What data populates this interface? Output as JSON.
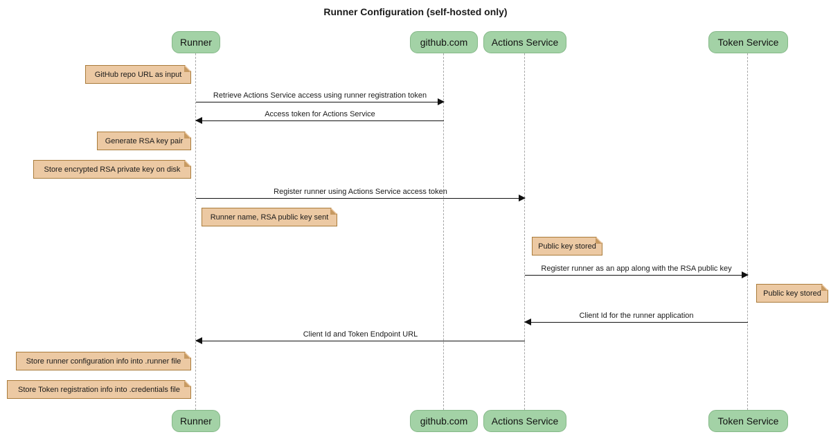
{
  "title": "Runner Configuration (self-hosted only)",
  "actors": [
    {
      "id": "runner",
      "label": "Runner"
    },
    {
      "id": "github",
      "label": "github.com"
    },
    {
      "id": "actions",
      "label": "Actions Service"
    },
    {
      "id": "token",
      "label": "Token Service"
    }
  ],
  "messages": [
    {
      "from": "Runner",
      "to": "github.com",
      "direction": "right",
      "text": "Retrieve Actions Service access using runner registration token"
    },
    {
      "from": "github.com",
      "to": "Runner",
      "direction": "left",
      "text": "Access token for Actions Service"
    },
    {
      "from": "Runner",
      "to": "Actions Service",
      "direction": "right",
      "text": "Register runner using Actions Service access token"
    },
    {
      "from": "Actions Service",
      "to": "Token Service",
      "direction": "right",
      "text": "Register runner as an app along with the RSA public key"
    },
    {
      "from": "Token Service",
      "to": "Actions Service",
      "direction": "left",
      "text": "Client Id for the runner application"
    },
    {
      "from": "Actions Service",
      "to": "Runner",
      "direction": "left",
      "text": "Client Id and Token Endpoint URL"
    }
  ],
  "notes": [
    {
      "position": "left of Runner",
      "text": "GitHub repo URL as input"
    },
    {
      "position": "left of Runner",
      "text": "Generate RSA key pair"
    },
    {
      "position": "left of Runner",
      "text": "Store encrypted RSA private key on disk"
    },
    {
      "position": "right of Runner",
      "text": "Runner name, RSA public key sent"
    },
    {
      "position": "right of Actions Service",
      "text": "Public key stored"
    },
    {
      "position": "right of Token Service",
      "text": "Public key stored"
    },
    {
      "position": "left of Runner",
      "text": "Store runner configuration info into .runner file"
    },
    {
      "position": "left of Runner",
      "text": "Store Token registration info into .credentials file"
    }
  ],
  "colors": {
    "actor_fill": "#a3d2a6",
    "actor_border": "#84b887",
    "note_fill": "#ecc9a3",
    "note_border": "#a97b3a",
    "lifeline": "#a6a6a6",
    "line": "#111111",
    "background": "#ffffff"
  }
}
